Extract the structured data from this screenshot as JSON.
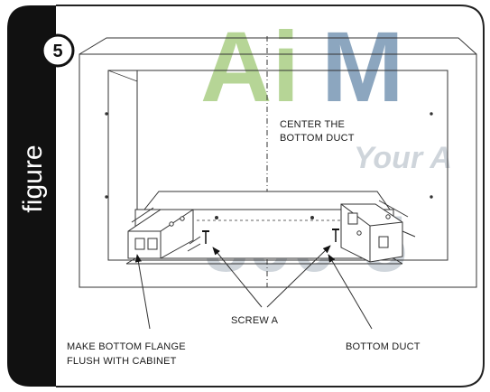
{
  "figure": {
    "number": "5",
    "word": "figure"
  },
  "watermark": {
    "logo_text_1": "Ai",
    "logo_text_2": "M",
    "slogan_fragment": "Your A",
    "phone_fragment": "800-5",
    "colors": {
      "green": "#7cb342",
      "blue": "#2f5f8c",
      "grey": "#a8b4bf"
    }
  },
  "labels": {
    "center_line1": "CENTER THE",
    "center_line2": "BOTTOM DUCT",
    "screw": "SCREW A",
    "flange_line1": "MAKE BOTTOM FLANGE",
    "flange_line2": "FLUSH WITH CABINET",
    "duct": "BOTTOM DUCT"
  },
  "colors": {
    "sidebar": "#111111",
    "line": "#333333",
    "border": "#222222"
  }
}
